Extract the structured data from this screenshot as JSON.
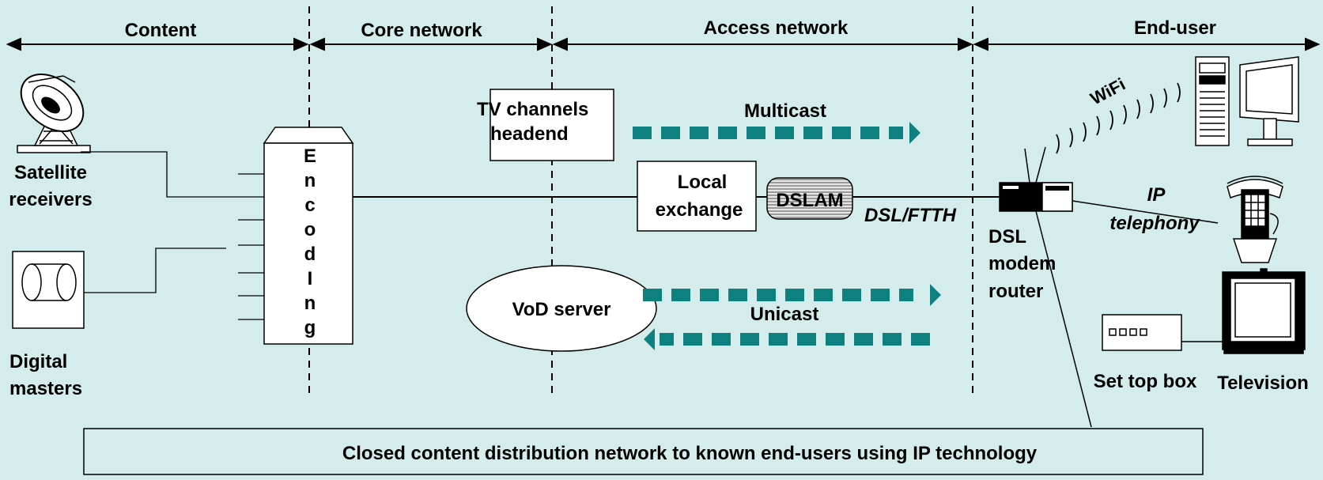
{
  "sections": {
    "content": "Content",
    "core": "Core network",
    "access": "Access network",
    "enduser": "End-user"
  },
  "sources": {
    "satellite_line1": "Satellite",
    "satellite_line2": "receivers",
    "masters_line1": "Digital",
    "masters_line2": "masters"
  },
  "encoding_letters": [
    "E",
    "n",
    "c",
    "o",
    "d",
    "I",
    "n",
    "g"
  ],
  "nodes": {
    "headend_line1": "TV channels",
    "headend_line2": "headend",
    "exchange_line1": "Local",
    "exchange_line2": "exchange",
    "dslam": "DSLAM",
    "vod": "VoD server"
  },
  "links": {
    "multicast": "Multicast",
    "unicast": "Unicast",
    "dsl": "DSL/FTTH",
    "wifi": "WiFi",
    "ip_line1": "IP",
    "ip_line2": "telephony"
  },
  "devices": {
    "modem_line1": "DSL",
    "modem_line2": "modem",
    "modem_line3": "router",
    "settop": "Set top box",
    "tv": "Television"
  },
  "caption": "Closed content distribution network to known end-users using IP technology",
  "colors": {
    "background": "#d4ecec",
    "arrow": "#0e8080",
    "line": "#000000"
  }
}
